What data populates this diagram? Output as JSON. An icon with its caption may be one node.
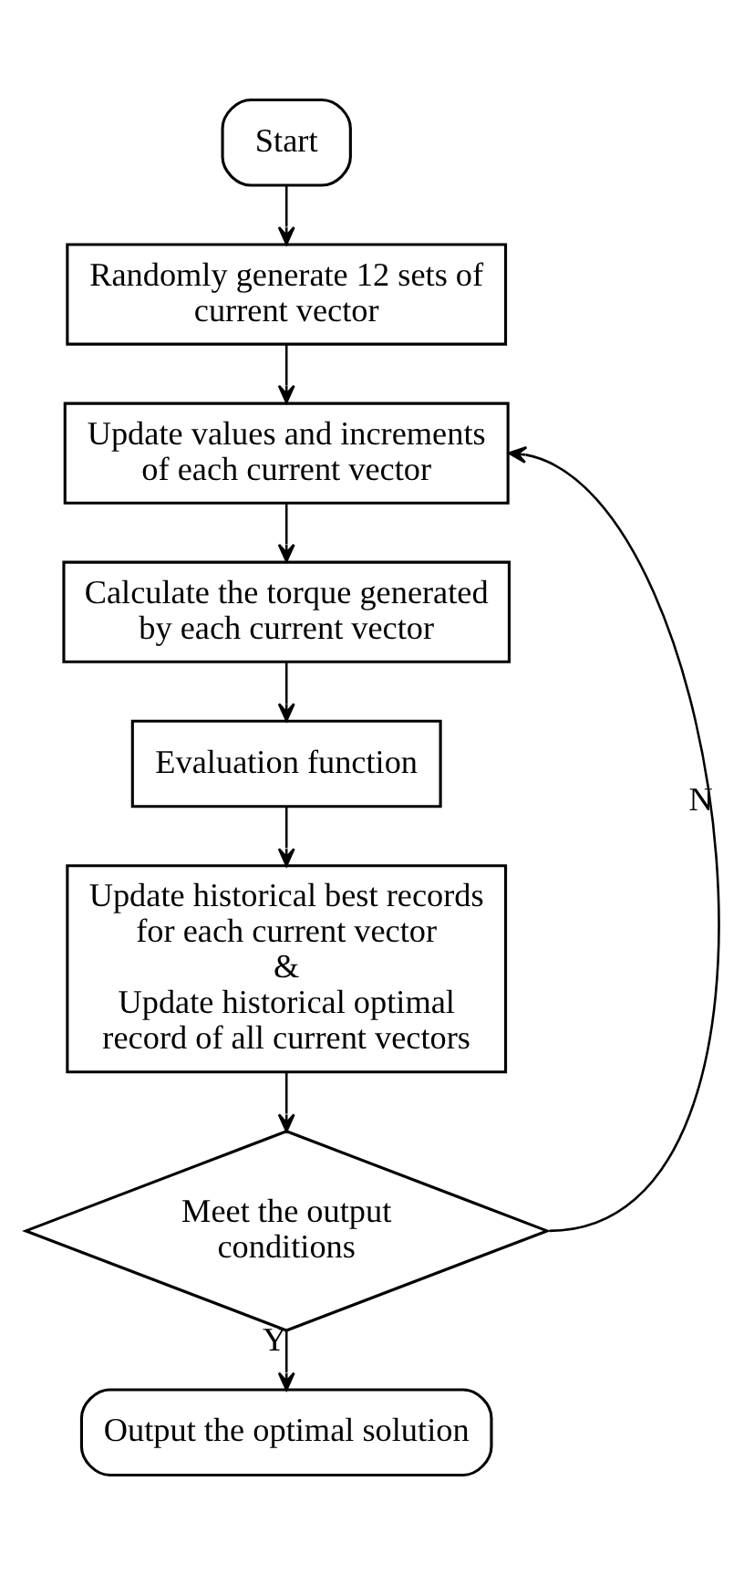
{
  "diagram": {
    "nodes": [
      {
        "text": [
          "Start"
        ]
      },
      {
        "text": [
          "Randomly generate 12 sets of current vector"
        ]
      },
      {
        "text": [
          "Update values and increments of each current vector"
        ]
      },
      {
        "text": [
          "Calculate the torque generated by each current vector"
        ]
      },
      {
        "text": [
          "Evaluation function"
        ]
      },
      {
        "text": [
          "Update historical best records for each current vector",
          "&",
          "Update historical optimal record of all current vectors"
        ]
      },
      {
        "text": [
          "Meet the output conditions"
        ]
      },
      {
        "text": [
          "Output the optimal solution"
        ]
      }
    ],
    "edges": [
      {
        "from": 0,
        "to": 1,
        "arrow": "to"
      },
      {
        "from": 1,
        "to": 2,
        "arrow": "to"
      },
      {
        "from": 2,
        "to": 3,
        "arrow": "to"
      },
      {
        "from": 3,
        "to": 4,
        "arrow": "to"
      },
      {
        "from": 4,
        "to": 5,
        "arrow": "to"
      },
      {
        "from": 5,
        "to": 6,
        "arrow": "to"
      },
      {
        "from": 6,
        "to": 7,
        "label": "Y",
        "arrow": "to"
      },
      {
        "from": 6,
        "to": 2,
        "label": "N",
        "arrow": "to"
      }
    ]
  }
}
